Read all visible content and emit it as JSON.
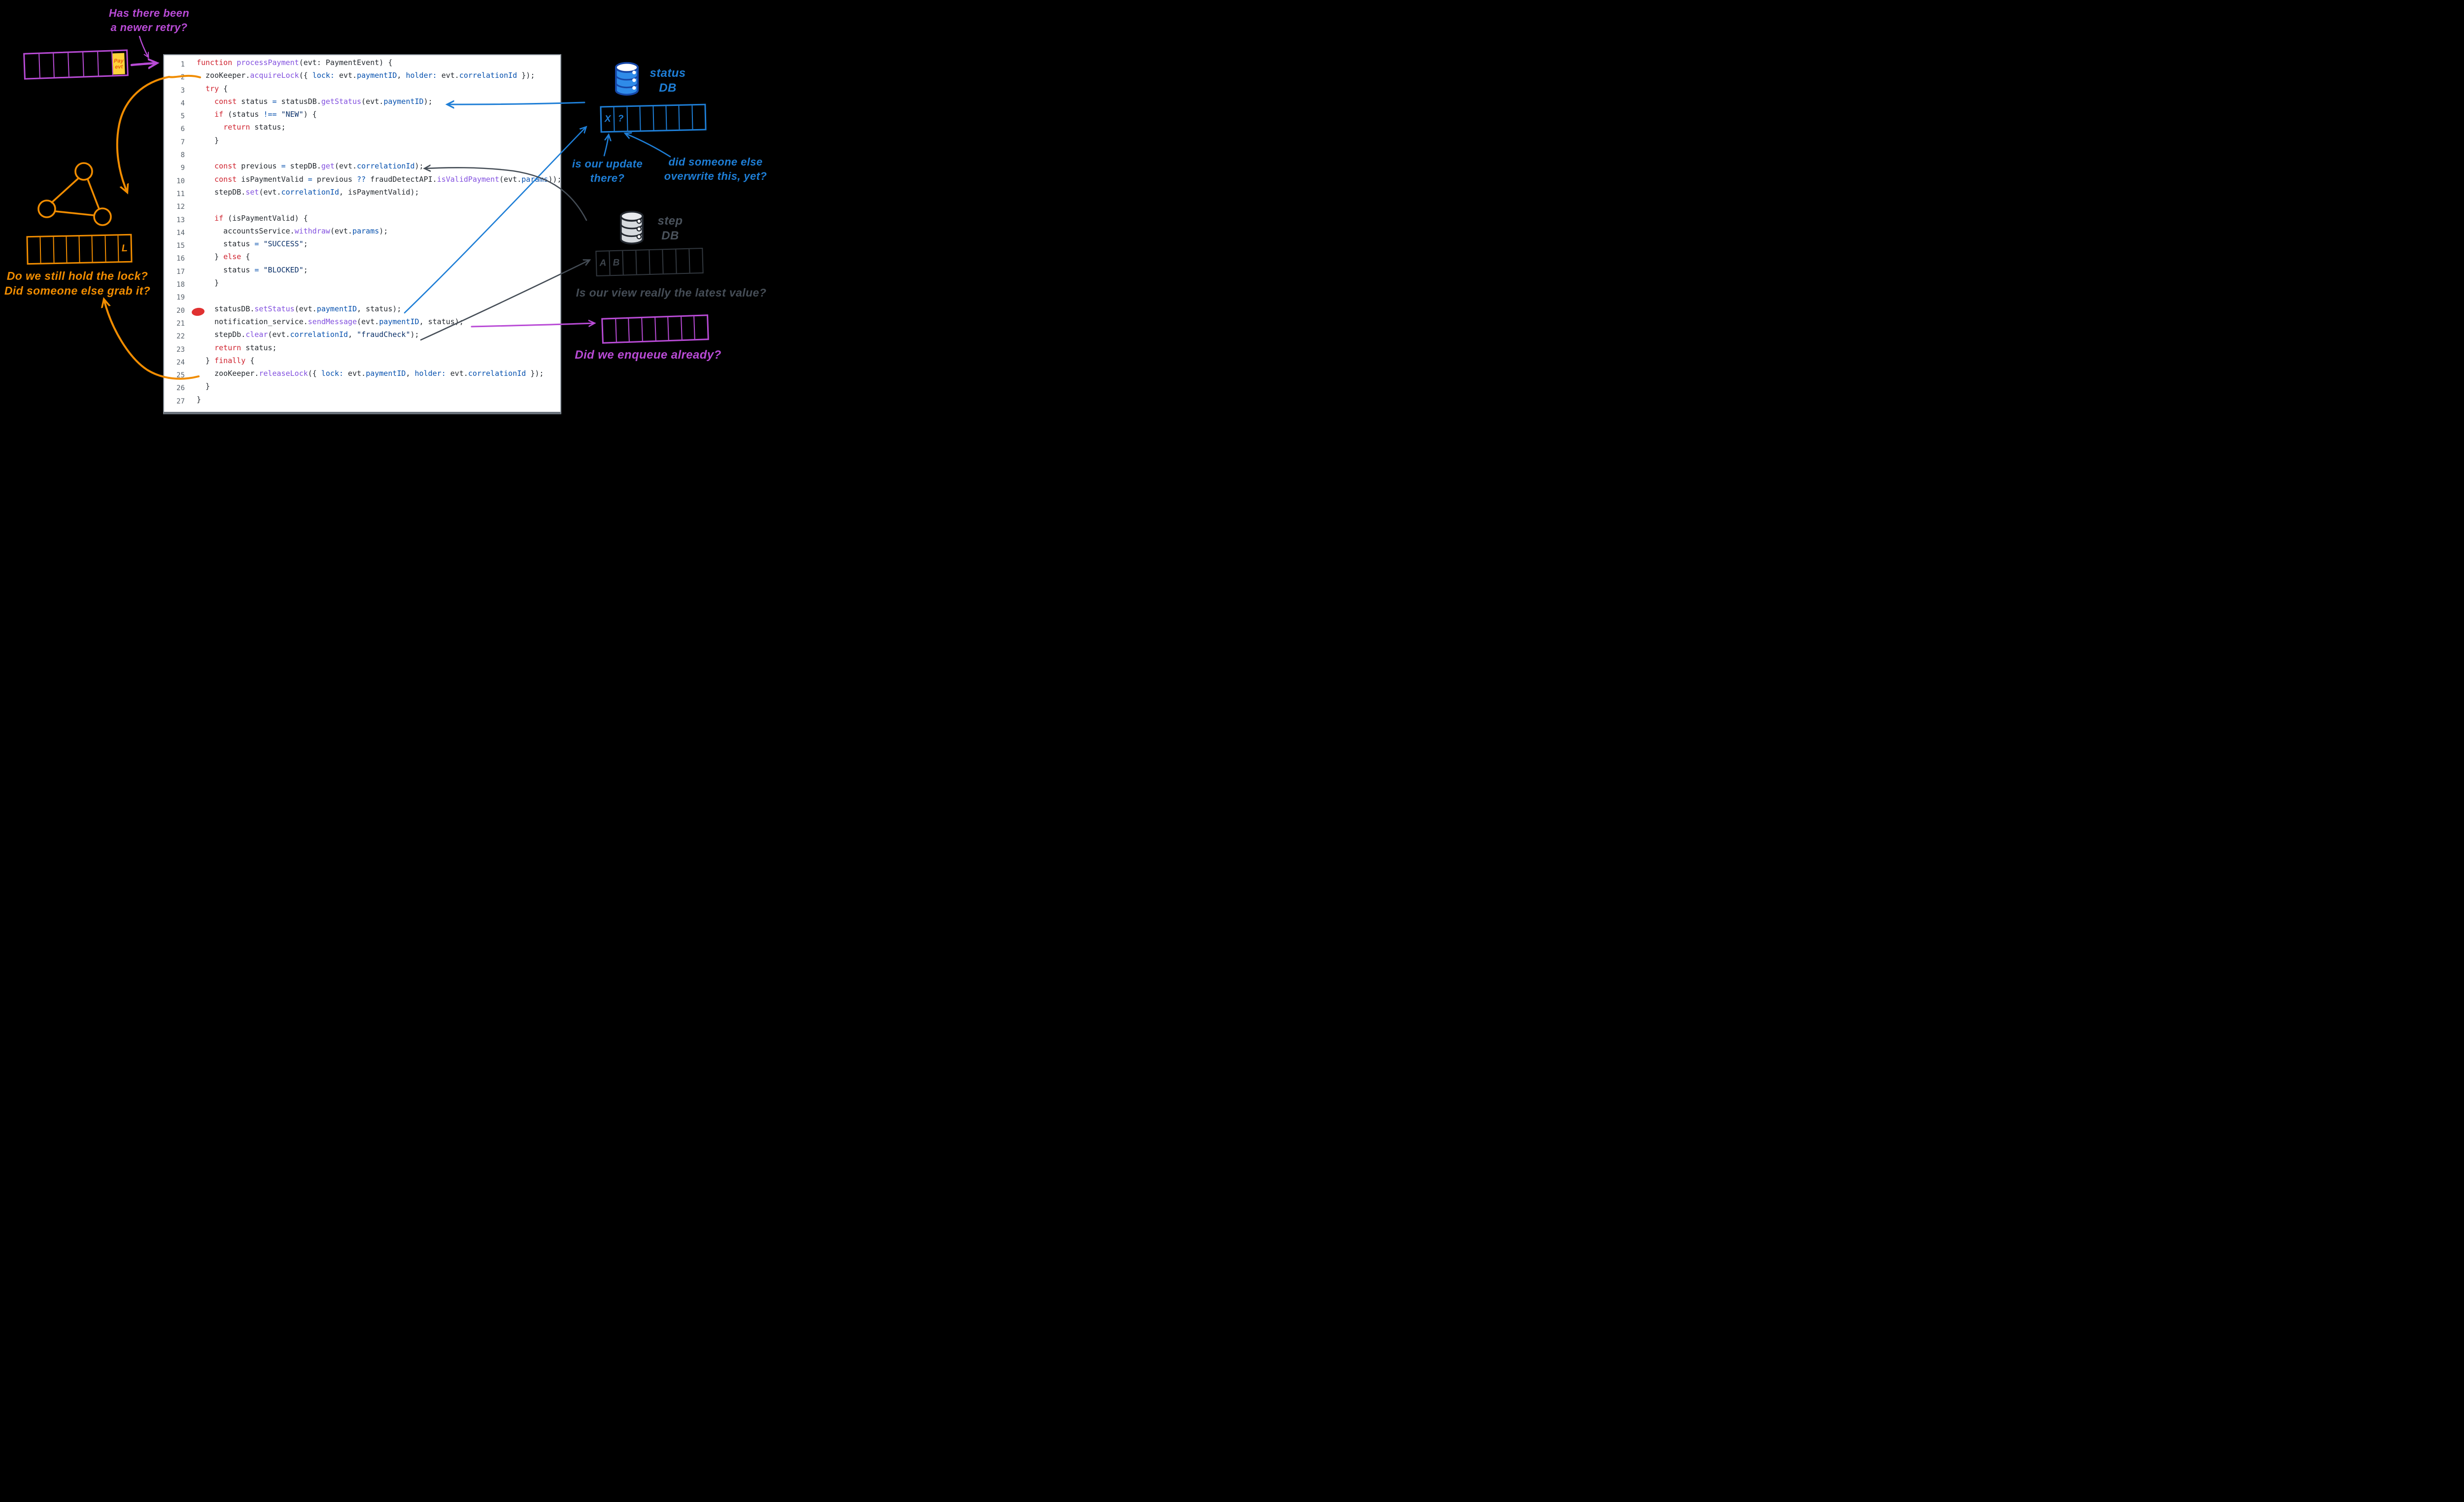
{
  "palette": {
    "keyword_red": "#cf222e",
    "function_purple": "#8250df",
    "property_blue": "#0550ae",
    "string_navy": "#0a3069",
    "plain_code": "#24292f",
    "line_number_gray": "#57606a",
    "annotation_purple": "#b94bd6",
    "annotation_orange": "#f08c00",
    "annotation_blue": "#1e7ed6",
    "dim_gray": "#4a525b",
    "red_marker": "#e03131",
    "sticky_bg": "#ffd43b",
    "sticky_text": "#e8590c",
    "db_blue_fill": "#2f8be9",
    "db_blue_stroke": "#1547a8",
    "db_gray_fill": "#d6dade",
    "db_gray_stroke": "#22272e"
  },
  "annotations": {
    "retry_question": [
      "Has there been",
      "a newer retry?"
    ],
    "lock_question": [
      "Do we still hold the lock?",
      "Did someone else grab it?"
    ],
    "update_question": [
      "is our update",
      "there?"
    ],
    "overwrite_question": [
      "did someone else",
      "overwrite this, yet?"
    ],
    "view_question": "Is our view really the latest value?",
    "enqueue_question": "Did we enqueue already?",
    "status_db_label": [
      "status",
      "DB"
    ],
    "step_db_label": [
      "step",
      "DB"
    ],
    "pay_sticky": [
      "Pay",
      "evt"
    ]
  },
  "queues": {
    "incoming": {
      "cells": [
        "",
        "",
        "",
        "",
        "",
        "",
        ""
      ]
    },
    "lock": {
      "cells": [
        "",
        "",
        "",
        "",
        "",
        "",
        "",
        "L"
      ]
    },
    "status": {
      "cells": [
        "X",
        "?",
        "",
        "",
        "",
        "",
        "",
        ""
      ]
    },
    "step": {
      "cells": [
        "A",
        "B",
        "",
        "",
        "",
        "",
        "",
        ""
      ]
    },
    "notify": {
      "cells": [
        "",
        "",
        "",
        "",
        "",
        "",
        "",
        ""
      ]
    }
  },
  "code": {
    "lines": [
      {
        "num": 1,
        "segments": [
          [
            "k",
            "function "
          ],
          [
            "f",
            "processPayment"
          ],
          [
            "t",
            "(evt: PaymentEvent) {"
          ]
        ]
      },
      {
        "num": 2,
        "segments": [
          [
            "t",
            "  zooKeeper."
          ],
          [
            "f",
            "acquireLock"
          ],
          [
            "t",
            "({ "
          ],
          [
            "p",
            "lock:"
          ],
          [
            "t",
            " evt."
          ],
          [
            "p",
            "paymentID"
          ],
          [
            "t",
            ", "
          ],
          [
            "p",
            "holder:"
          ],
          [
            "t",
            " evt."
          ],
          [
            "p",
            "correlationId"
          ],
          [
            "t",
            " });"
          ]
        ]
      },
      {
        "num": 3,
        "segments": [
          [
            "t",
            "  "
          ],
          [
            "k",
            "try"
          ],
          [
            "t",
            " {"
          ]
        ]
      },
      {
        "num": 4,
        "segments": [
          [
            "t",
            "    "
          ],
          [
            "k",
            "const"
          ],
          [
            "t",
            " status "
          ],
          [
            "o",
            "="
          ],
          [
            "t",
            " statusDB."
          ],
          [
            "f",
            "getStatus"
          ],
          [
            "t",
            "(evt."
          ],
          [
            "p",
            "paymentID"
          ],
          [
            "t",
            ");"
          ]
        ]
      },
      {
        "num": 5,
        "segments": [
          [
            "t",
            "    "
          ],
          [
            "k",
            "if"
          ],
          [
            "t",
            " (status "
          ],
          [
            "o",
            "!=="
          ],
          [
            "t",
            " "
          ],
          [
            "s",
            "\"NEW\""
          ],
          [
            "t",
            ") {"
          ]
        ]
      },
      {
        "num": 6,
        "segments": [
          [
            "t",
            "      "
          ],
          [
            "k",
            "return"
          ],
          [
            "t",
            " status;"
          ]
        ]
      },
      {
        "num": 7,
        "segments": [
          [
            "t",
            "    }"
          ]
        ]
      },
      {
        "num": 8,
        "segments": []
      },
      {
        "num": 9,
        "segments": [
          [
            "t",
            "    "
          ],
          [
            "k",
            "const"
          ],
          [
            "t",
            " previous "
          ],
          [
            "o",
            "="
          ],
          [
            "t",
            " stepDB."
          ],
          [
            "f",
            "get"
          ],
          [
            "t",
            "(evt."
          ],
          [
            "p",
            "correlationId"
          ],
          [
            "t",
            ");"
          ]
        ]
      },
      {
        "num": 10,
        "segments": [
          [
            "t",
            "    "
          ],
          [
            "k",
            "const"
          ],
          [
            "t",
            " isPaymentValid "
          ],
          [
            "o",
            "="
          ],
          [
            "t",
            " previous "
          ],
          [
            "o",
            "??"
          ],
          [
            "t",
            " fraudDetectAPI."
          ],
          [
            "f",
            "isValidPayment"
          ],
          [
            "t",
            "(evt."
          ],
          [
            "p",
            "params"
          ],
          [
            "t",
            "));"
          ]
        ]
      },
      {
        "num": 11,
        "segments": [
          [
            "t",
            "    stepDB."
          ],
          [
            "f",
            "set"
          ],
          [
            "t",
            "(evt."
          ],
          [
            "p",
            "correlationId"
          ],
          [
            "t",
            ", isPaymentValid);"
          ]
        ]
      },
      {
        "num": 12,
        "segments": []
      },
      {
        "num": 13,
        "segments": [
          [
            "t",
            "    "
          ],
          [
            "k",
            "if"
          ],
          [
            "t",
            " (isPaymentValid) {"
          ]
        ]
      },
      {
        "num": 14,
        "segments": [
          [
            "t",
            "      accountsService."
          ],
          [
            "f",
            "withdraw"
          ],
          [
            "t",
            "(evt."
          ],
          [
            "p",
            "params"
          ],
          [
            "t",
            ");"
          ]
        ]
      },
      {
        "num": 15,
        "segments": [
          [
            "t",
            "      status "
          ],
          [
            "o",
            "="
          ],
          [
            "t",
            " "
          ],
          [
            "s",
            "\"SUCCESS\""
          ],
          [
            "t",
            ";"
          ]
        ]
      },
      {
        "num": 16,
        "segments": [
          [
            "t",
            "    } "
          ],
          [
            "k",
            "else"
          ],
          [
            "t",
            " {"
          ]
        ]
      },
      {
        "num": 17,
        "segments": [
          [
            "t",
            "      status "
          ],
          [
            "o",
            "="
          ],
          [
            "t",
            " "
          ],
          [
            "s",
            "\"BLOCKED\""
          ],
          [
            "t",
            ";"
          ]
        ]
      },
      {
        "num": 18,
        "segments": [
          [
            "t",
            "    }"
          ]
        ]
      },
      {
        "num": 19,
        "segments": []
      },
      {
        "num": 20,
        "segments": [
          [
            "t",
            "    statusDB."
          ],
          [
            "f",
            "setStatus"
          ],
          [
            "t",
            "(evt."
          ],
          [
            "p",
            "paymentID"
          ],
          [
            "t",
            ", status);"
          ]
        ]
      },
      {
        "num": 21,
        "segments": [
          [
            "t",
            "    notification_service."
          ],
          [
            "f",
            "sendMessage"
          ],
          [
            "t",
            "(evt."
          ],
          [
            "p",
            "paymentID"
          ],
          [
            "t",
            ", status);"
          ]
        ]
      },
      {
        "num": 22,
        "segments": [
          [
            "t",
            "    stepDb."
          ],
          [
            "f",
            "clear"
          ],
          [
            "t",
            "(evt."
          ],
          [
            "p",
            "correlationId"
          ],
          [
            "t",
            ", "
          ],
          [
            "s",
            "\"fraudCheck\""
          ],
          [
            "t",
            ");"
          ]
        ]
      },
      {
        "num": 23,
        "segments": [
          [
            "t",
            "    "
          ],
          [
            "k",
            "return"
          ],
          [
            "t",
            " status;"
          ]
        ]
      },
      {
        "num": 24,
        "segments": [
          [
            "t",
            "  } "
          ],
          [
            "k",
            "finally"
          ],
          [
            "t",
            " {"
          ]
        ]
      },
      {
        "num": 25,
        "segments": [
          [
            "t",
            "    zooKeeper."
          ],
          [
            "f",
            "releaseLock"
          ],
          [
            "t",
            "({ "
          ],
          [
            "p",
            "lock:"
          ],
          [
            "t",
            " evt."
          ],
          [
            "p",
            "paymentID"
          ],
          [
            "t",
            ", "
          ],
          [
            "p",
            "holder:"
          ],
          [
            "t",
            " evt."
          ],
          [
            "p",
            "correlationId"
          ],
          [
            "t",
            " });"
          ]
        ]
      },
      {
        "num": 26,
        "segments": [
          [
            "t",
            "  }"
          ]
        ]
      },
      {
        "num": 27,
        "segments": [
          [
            "t",
            "}"
          ]
        ]
      }
    ]
  }
}
